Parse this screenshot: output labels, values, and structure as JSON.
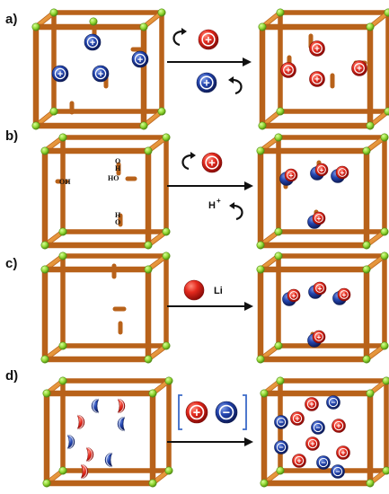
{
  "panels": [
    {
      "label": "a)",
      "id": "a"
    },
    {
      "label": "b)",
      "id": "b"
    },
    {
      "label": "c)",
      "id": "c"
    },
    {
      "label": "d)",
      "id": "d"
    }
  ],
  "texts": {
    "plus": "+",
    "minus": "−",
    "oh": "OH",
    "o": "O",
    "h": "H",
    "ho": "HO",
    "h_plus": "H",
    "h_plus_sup": "+",
    "li": "Li"
  },
  "colors": {
    "frame": "#e8902a",
    "frame_dark": "#b8621a",
    "node": "#8fd630",
    "cation": "#e02020",
    "anion": "#1e3c9e",
    "arrow": "#111111"
  }
}
